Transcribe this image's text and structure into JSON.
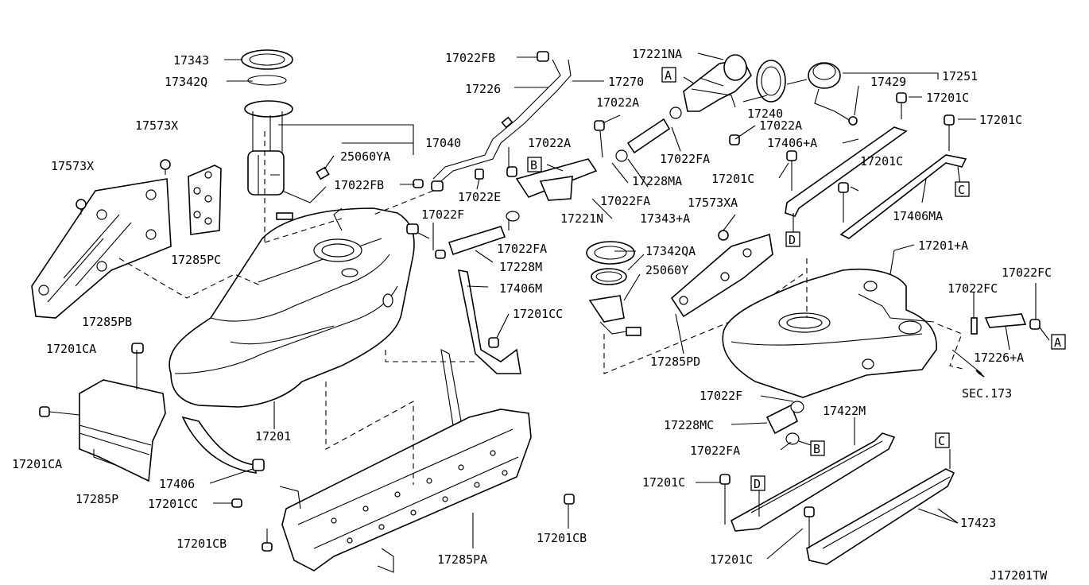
{
  "diagram_id": "J17201TW",
  "callouts": [
    "A",
    "B",
    "C",
    "D"
  ],
  "reference": "SEC.173",
  "labels": {
    "l17343": "17343",
    "l17342q": "17342Q",
    "l17573x_a": "17573X",
    "l17573x_b": "17573X",
    "l17285pc": "17285PC",
    "l17285pb": "17285PB",
    "l17040": "17040",
    "l25060ya": "25060YA",
    "l17022fb_top": "17022FB",
    "l17226": "17226",
    "l17270": "17270",
    "l17022a_mid": "17022A",
    "l17022fb_mid": "17022FB",
    "l17022e": "17022E",
    "l17022f_top": "17022F",
    "l17022fa_mid": "17022FA",
    "l17228m": "17228M",
    "l17406m": "17406M",
    "l17201cc_mid": "17201CC",
    "l17201ca_top": "17201CA",
    "l17201ca_bot": "17201CA",
    "l17285p": "17285P",
    "l17201": "17201",
    "l17406": "17406",
    "l17201cc_bot": "17201CC",
    "l17201cb_left": "17201CB",
    "l17285pa": "17285PA",
    "l17201cb_right": "17201CB",
    "l17221na": "17221NA",
    "l17022a_top": "17022A",
    "l17022a_right": "17022A",
    "l17240": "17240",
    "l17022fa_top": "17022FA",
    "l17228ma": "17228MA",
    "l17022fa_b": "17022FA",
    "l17221n": "17221N",
    "l17343a": "17343+A",
    "l17573xa": "17573XA",
    "l17342qa": "17342QA",
    "l25060y": "25060Y",
    "l17285pd": "17285PD",
    "l17429": "17429",
    "l17251": "17251",
    "l17201c_1": "17201C",
    "l17201c_2": "17201C",
    "l17406a": "17406+A",
    "l17201c_3": "17201C",
    "l17201c_4": "17201C",
    "l17406ma": "17406MA",
    "l17201a": "17201+A",
    "l17022fc_a": "17022FC",
    "l17022fc_b": "17022FC",
    "l17226a": "17226+A",
    "l17022f_bot": "17022F",
    "l17228mc": "17228MC",
    "l17422m": "17422M",
    "l17022fa_bot": "17022FA",
    "l17201c_5": "17201C",
    "l17201c_6": "17201C",
    "l17423": "17423"
  }
}
